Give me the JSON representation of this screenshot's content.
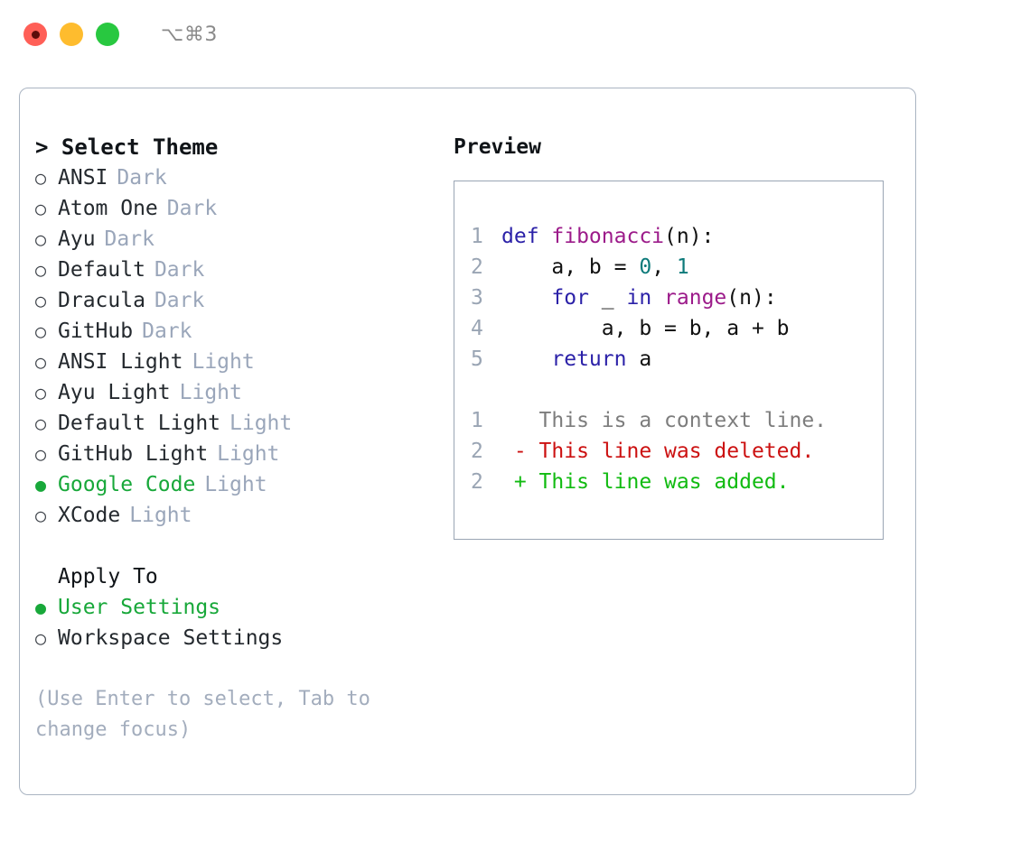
{
  "titlebar": {
    "shortcut": "⌥⌘3",
    "buttons": [
      "close",
      "minimize",
      "zoom"
    ]
  },
  "theme_panel": {
    "heading": "> Select Theme",
    "bullet_selected": "●",
    "bullet_unselected": "○",
    "selected_color": "#18a83a",
    "items": [
      {
        "label": "ANSI",
        "badge": "Dark",
        "selected": false
      },
      {
        "label": "Atom One",
        "badge": "Dark",
        "selected": false
      },
      {
        "label": "Ayu",
        "badge": "Dark",
        "selected": false
      },
      {
        "label": "Default",
        "badge": "Dark",
        "selected": false
      },
      {
        "label": "Dracula",
        "badge": "Dark",
        "selected": false
      },
      {
        "label": "GitHub",
        "badge": "Dark",
        "selected": false
      },
      {
        "label": "ANSI Light",
        "badge": "Light",
        "selected": false
      },
      {
        "label": "Ayu Light",
        "badge": "Light",
        "selected": false
      },
      {
        "label": "Default Light",
        "badge": "Light",
        "selected": false
      },
      {
        "label": "GitHub Light",
        "badge": "Light",
        "selected": false
      },
      {
        "label": "Google Code",
        "badge": "Light",
        "selected": true
      },
      {
        "label": "XCode",
        "badge": "Light",
        "selected": false
      }
    ]
  },
  "apply_to": {
    "title": "Apply To",
    "items": [
      {
        "label": "User Settings",
        "selected": true
      },
      {
        "label": "Workspace Settings",
        "selected": false
      }
    ]
  },
  "hint": "(Use Enter to select, Tab to change focus)",
  "preview": {
    "heading": "Preview",
    "code_lines": [
      {
        "ln": "1",
        "tokens": [
          {
            "t": "def ",
            "k": "kw"
          },
          {
            "t": "fibonacci",
            "k": "fn"
          },
          {
            "t": "(n):",
            "k": "pl"
          }
        ]
      },
      {
        "ln": "2",
        "tokens": [
          {
            "t": "    a, b = ",
            "k": "pl"
          },
          {
            "t": "0",
            "k": "num"
          },
          {
            "t": ", ",
            "k": "pl"
          },
          {
            "t": "1",
            "k": "num"
          }
        ]
      },
      {
        "ln": "3",
        "tokens": [
          {
            "t": "    ",
            "k": "pl"
          },
          {
            "t": "for",
            "k": "kw"
          },
          {
            "t": " _ ",
            "k": "pl"
          },
          {
            "t": "in",
            "k": "kw"
          },
          {
            "t": " ",
            "k": "pl"
          },
          {
            "t": "range",
            "k": "fn"
          },
          {
            "t": "(n):",
            "k": "pl"
          }
        ]
      },
      {
        "ln": "4",
        "tokens": [
          {
            "t": "        a, b = b, a + b",
            "k": "pl"
          }
        ]
      },
      {
        "ln": "5",
        "tokens": [
          {
            "t": "    ",
            "k": "pl"
          },
          {
            "t": "return",
            "k": "kw"
          },
          {
            "t": " a",
            "k": "pl"
          }
        ]
      }
    ],
    "diff_lines": [
      {
        "ln": "1",
        "marker": " ",
        "text": "This is a context line.",
        "kind": "ctx"
      },
      {
        "ln": "2",
        "marker": "-",
        "text": "This line was deleted.",
        "kind": "del"
      },
      {
        "ln": "2",
        "marker": "+",
        "text": "This line was added.",
        "kind": "add"
      }
    ]
  }
}
